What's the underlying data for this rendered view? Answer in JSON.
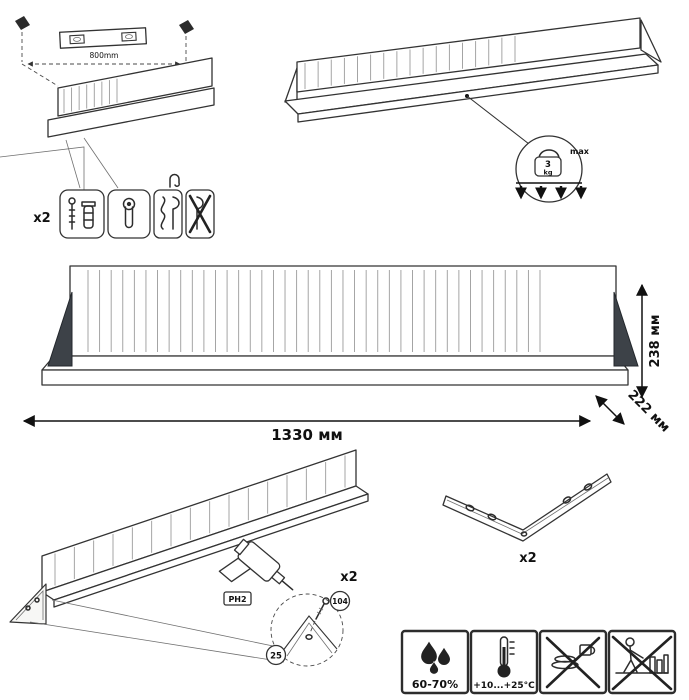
{
  "mounting": {
    "spacing": "800mm",
    "hardware_count": "x2"
  },
  "load_limit": {
    "weight": "3",
    "unit": "kg",
    "qualifier": "max"
  },
  "dimensions": {
    "width": "1330 мм",
    "height": "238 мм",
    "depth": "222 мм"
  },
  "assembly": {
    "count": "x2",
    "bit": "PH2",
    "part_a": "104",
    "part_b": "25"
  },
  "bracket": {
    "count": "x2"
  },
  "conditions": {
    "humidity": "60-70%",
    "temperature": "+10...+25°C"
  }
}
